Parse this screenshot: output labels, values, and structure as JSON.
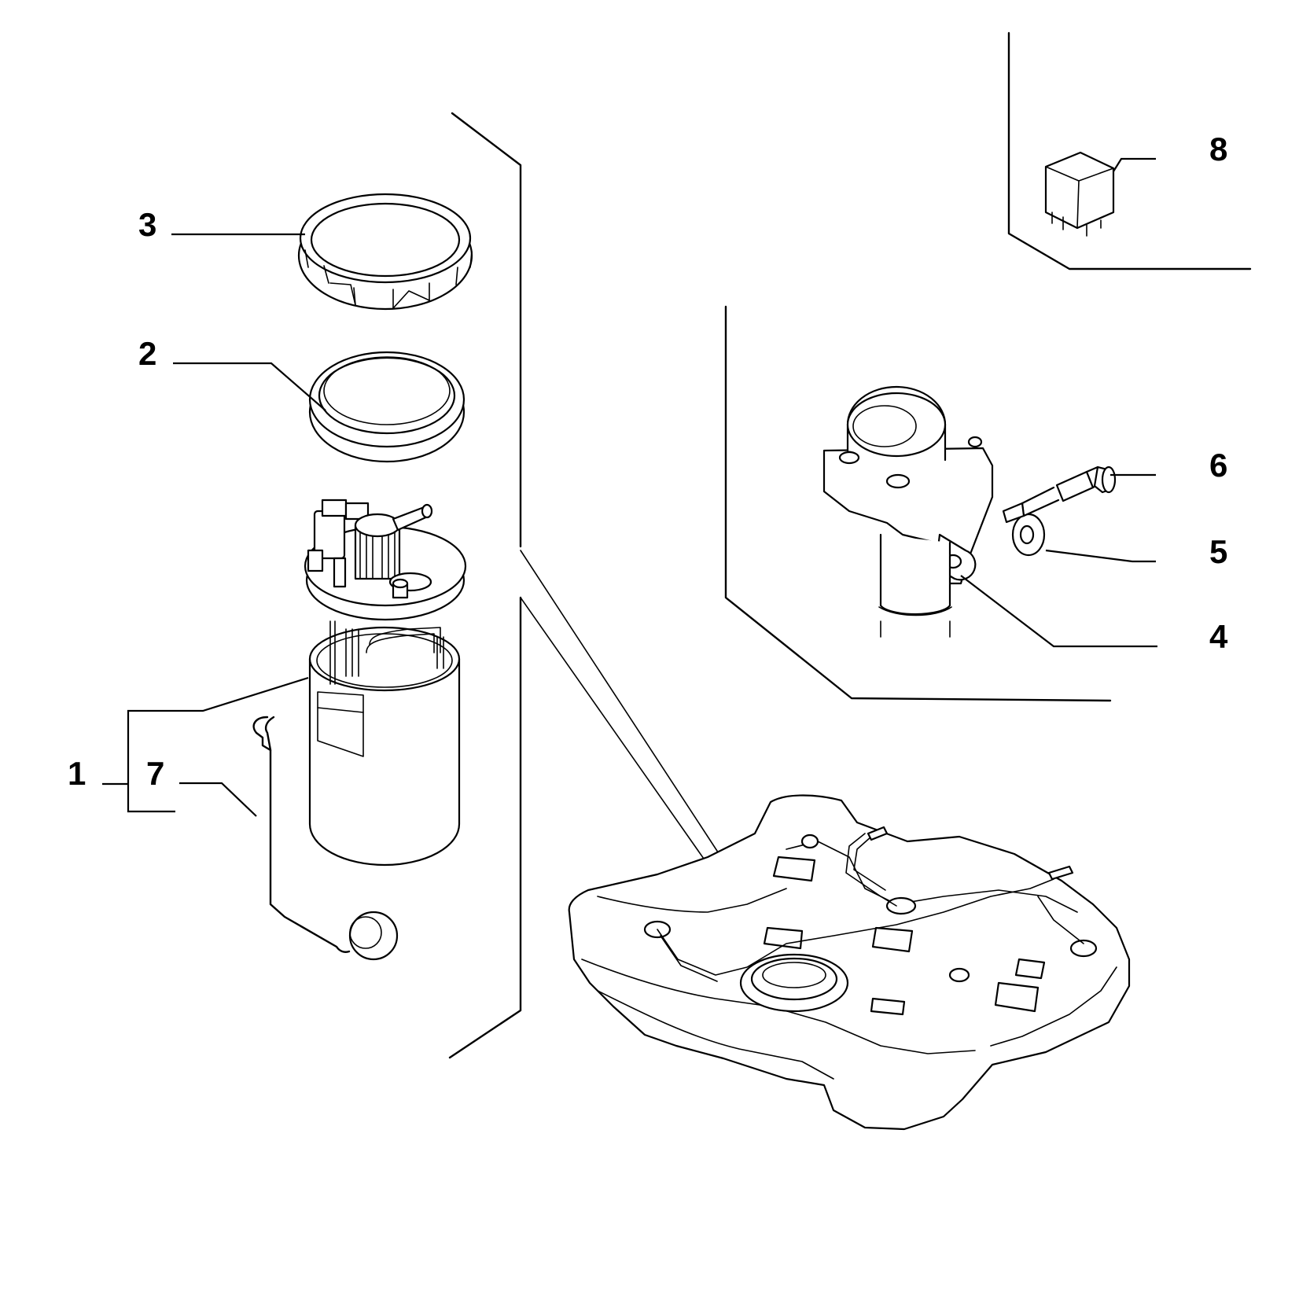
{
  "diagram": {
    "colors": {
      "line": "#000000",
      "background": "#ffffff"
    },
    "callouts": [
      {
        "id": "1",
        "label": "1"
      },
      {
        "id": "2",
        "label": "2"
      },
      {
        "id": "3",
        "label": "3"
      },
      {
        "id": "4",
        "label": "4"
      },
      {
        "id": "5",
        "label": "5"
      },
      {
        "id": "6",
        "label": "6"
      },
      {
        "id": "7",
        "label": "7"
      },
      {
        "id": "8",
        "label": "8"
      }
    ]
  }
}
